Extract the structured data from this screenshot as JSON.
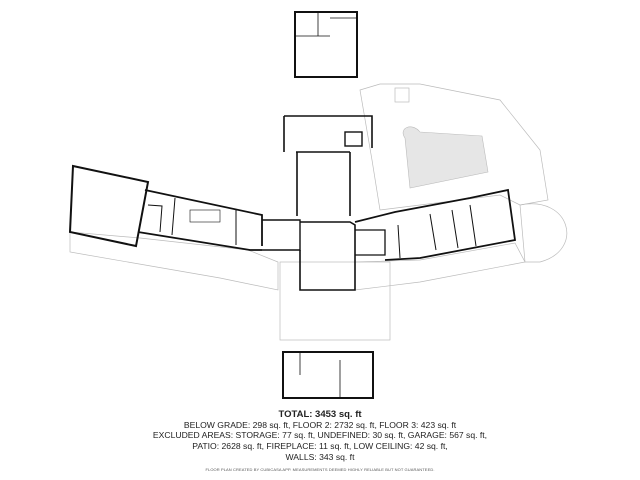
{
  "summary": {
    "total": "TOTAL: 3453 sq. ft",
    "line1": "BELOW GRADE: 298 sq. ft, FLOOR 2: 2732 sq. ft, FLOOR 3: 423 sq. ft",
    "line2": "EXCLUDED AREAS: STORAGE: 77 sq. ft, UNDEFINED: 30 sq. ft, GARAGE: 567 sq. ft,",
    "line3": "PATIO: 2628 sq. ft, FIREPLACE: 11 sq. ft, LOW CEILING: 42 sq. ft,",
    "line4": "WALLS: 343 sq. ft",
    "disclaimer": "FLOOR PLAN CREATED BY CUBICASA APP. MEASUREMENTS DEEMED HIGHLY RELIABLE BUT NOT GUARANTEED."
  },
  "colors": {
    "wall": "#111111",
    "outline": "#bbbbbb",
    "pool": "#e6e6e6"
  }
}
